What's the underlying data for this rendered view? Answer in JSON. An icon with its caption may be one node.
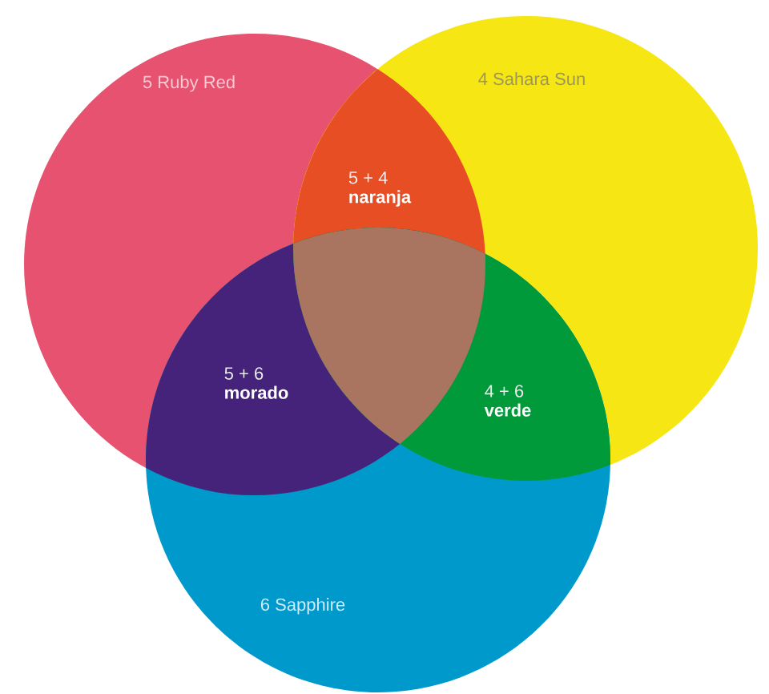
{
  "diagram": {
    "nodes": [
      {
        "text": [
          "5 Ruby Red"
        ]
      },
      {
        "text": [
          "4 Sahara Sun"
        ]
      },
      {
        "text": [
          "5 + 4",
          "naranja"
        ]
      },
      {
        "text": [],
        "shape": "triangle"
      },
      {
        "text": [
          "5 + 6",
          "morado"
        ]
      },
      {
        "text": [
          "4 + 6",
          "verde"
        ]
      },
      {
        "text": [
          "6 Sapphire"
        ]
      }
    ]
  }
}
